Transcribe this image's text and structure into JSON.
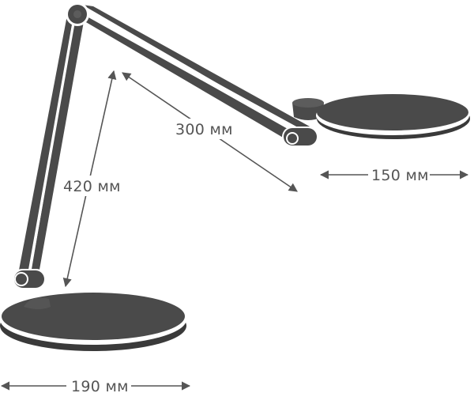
{
  "colors": {
    "body": "#4a4a4a",
    "body_dark": "#3a3a3a",
    "edge": "#ffffff",
    "dimension": "#555555",
    "background": "#ffffff"
  },
  "dimensions": {
    "arm_length": "300 мм",
    "height": "420 мм",
    "head_width": "150 мм",
    "base_width": "190 мм"
  }
}
